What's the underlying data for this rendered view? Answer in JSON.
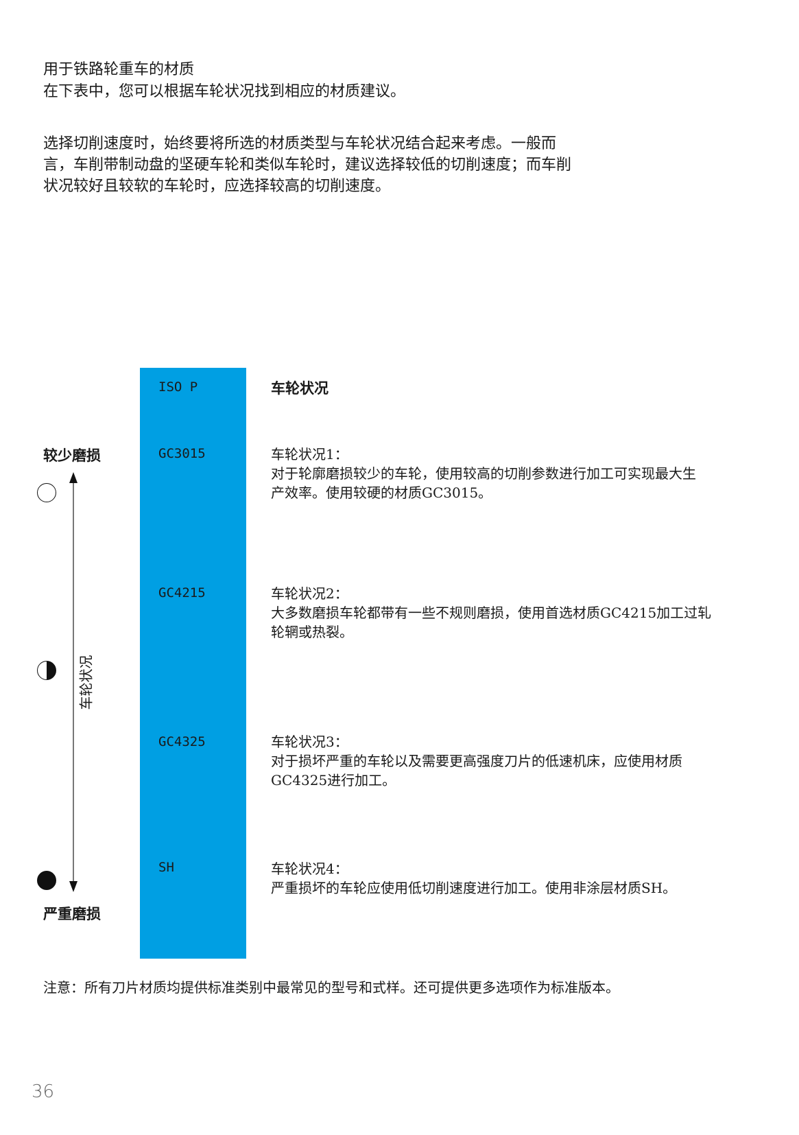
{
  "intro": {
    "title": "用于铁路轮重车的材质",
    "subtitle": "在下表中，您可以根据车轮状况找到相应的材质建议。",
    "paragraph_lines": [
      "选择切削速度时，始终要将所选的材质类型与车轮状况结合起来考虑。一般而",
      "言，车削带制动盘的坚硬车轮和类似车轮时，建议选择较低的切削速度；而车削",
      "状况较好且较软的车轮时，应选择较高的切削速度。"
    ]
  },
  "table": {
    "bar_header": "ISO P",
    "column_header": "车轮状况",
    "bar_color": "#009fe3",
    "grades": [
      "GC3015",
      "GC4215",
      "GC4325",
      "SH"
    ],
    "conditions": [
      {
        "title": "车轮状况1：",
        "lines": [
          "对于轮廓磨损较少的车轮，使用较高的切削参数进行加工可实现最大生",
          "产效率。使用较硬的材质GC3015。"
        ]
      },
      {
        "title": "车轮状况2：",
        "lines": [
          "大多数磨损车轮都带有一些不规则磨损，使用首选材质GC4215加工过轧",
          "轮辋或热裂。"
        ]
      },
      {
        "title": "车轮状况3：",
        "lines": [
          "对于损坏严重的车轮以及需要更高强度刀片的低速机床，应使用材质",
          "GC4325进行加工。"
        ]
      },
      {
        "title": "车轮状况4：",
        "lines": [
          "严重损坏的车轮应使用低切削速度进行加工。使用非涂层材质SH。"
        ]
      }
    ]
  },
  "scale": {
    "top_label": "较少磨损",
    "bottom_label": "严重磨损",
    "axis_label": "车轮状况",
    "icons": [
      "empty-circle",
      "half-filled-circle",
      "filled-circle"
    ]
  },
  "note": "注意：所有刀片材质均提供标准类别中最常见的型号和式样。还可提供更多选项作为标准版本。",
  "page_number": "36"
}
